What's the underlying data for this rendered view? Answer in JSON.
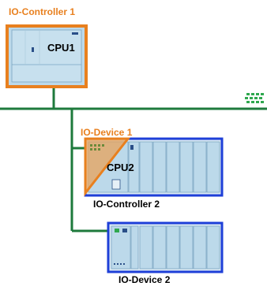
{
  "labels": {
    "io_controller_1": "IO-Controller 1",
    "cpu1": "CPU1",
    "io_device_1": "IO-Device 1",
    "cpu2": "CPU2",
    "io_controller_2": "IO-Controller 2",
    "io_device_2": "IO-Device 2"
  },
  "colors": {
    "controller_frame": "#e8801f",
    "device_frame": "#1e3fd8",
    "bus_line": "#1e7a3c",
    "module_fill": "#bcd9ea",
    "module_light": "#dbeaf4",
    "network_icon": "#2fa84f"
  },
  "icons": [
    "network-switch-icon"
  ]
}
